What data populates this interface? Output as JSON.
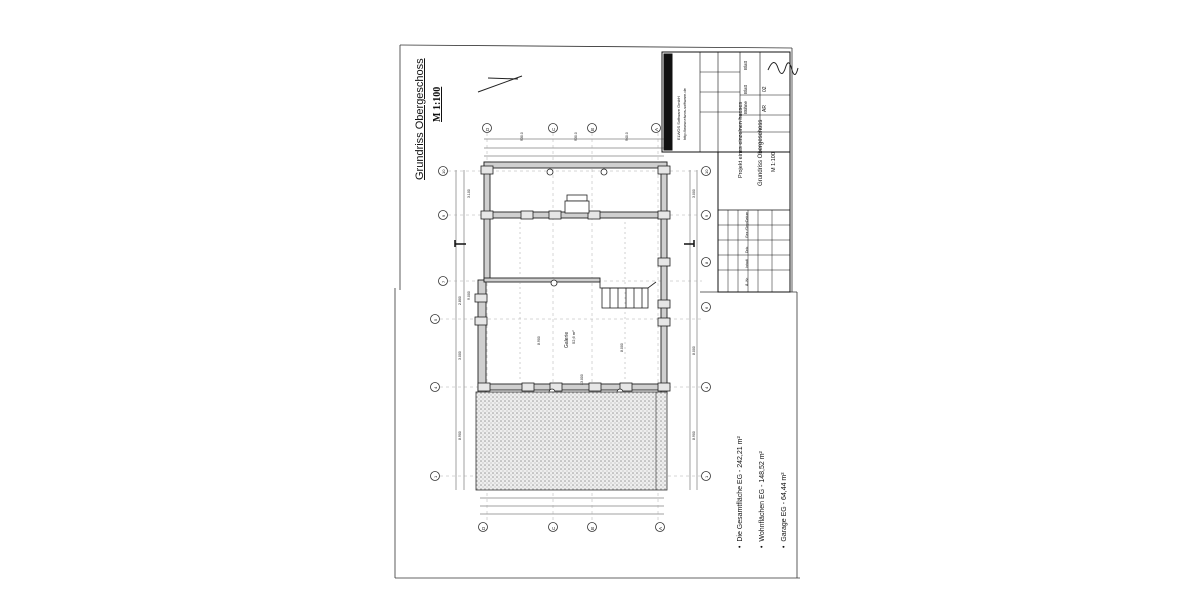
{
  "drawing": {
    "title": "Grundriss Obergeschoss",
    "scale": "M 1:100"
  },
  "room": {
    "name": "Galerie",
    "area": "52,6 m²"
  },
  "title_block": {
    "company": "ELWOS Software GmbH",
    "url": "http://www.elwos-software.de",
    "project": "Projekt eines einzelnen hauses",
    "sheet_title": "Grundriss Obergeschoss",
    "scale": "M 1:100",
    "headers": [
      "Bühne",
      "Blatt",
      "Blatt"
    ],
    "values": [
      "AR",
      "02"
    ],
    "rev_headers": [
      "Ä.-Nr.",
      "Inhalt",
      "Dok.",
      "Gez./Gepr.",
      "Datum"
    ]
  },
  "grid_axes": {
    "top": [
      "D",
      "C",
      "B",
      "A"
    ],
    "bottom": [
      "D",
      "C",
      "B",
      "A"
    ],
    "left": [
      "10",
      "9",
      "7",
      "5",
      "4",
      "1"
    ],
    "right": [
      "10",
      "9",
      "8",
      "6",
      "4",
      "1"
    ]
  },
  "dimensions": {
    "top_total": [
      "930.0",
      "930.0",
      "940.0"
    ],
    "side_left": [
      "3.100",
      "2.800",
      "3.000",
      "9.000",
      "8.900"
    ],
    "side_right": [
      "3.000",
      "8.000",
      "8.900"
    ],
    "inner": [
      "8.900",
      "13.000",
      "8.000"
    ]
  },
  "summary": [
    "Die Gesamtfläche EG - 242,21 m²",
    "Wohnflächen EG - 148,52 m²",
    "Garage EG - 64,44 m²"
  ]
}
